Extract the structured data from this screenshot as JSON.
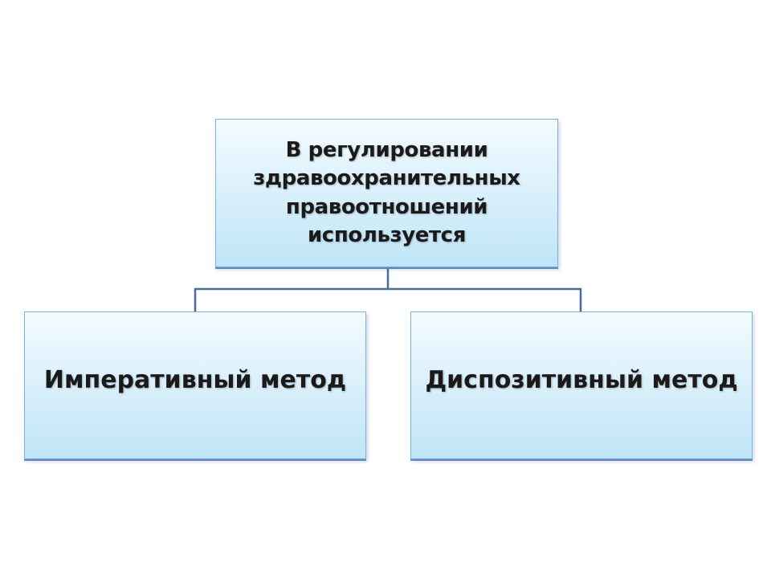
{
  "diagram": {
    "root": {
      "label": "В регулировании здравоохранительных правоотношений используется"
    },
    "children": [
      {
        "label": "Императивный метод"
      },
      {
        "label": "Диспозитивный метод"
      }
    ]
  },
  "colors": {
    "connector": "#4a6a9c",
    "box_border": "#7fb2d8",
    "box_fill_top": "#f4fbff",
    "box_fill_bottom": "#bfe5f7",
    "text": "#1a1a1a"
  }
}
